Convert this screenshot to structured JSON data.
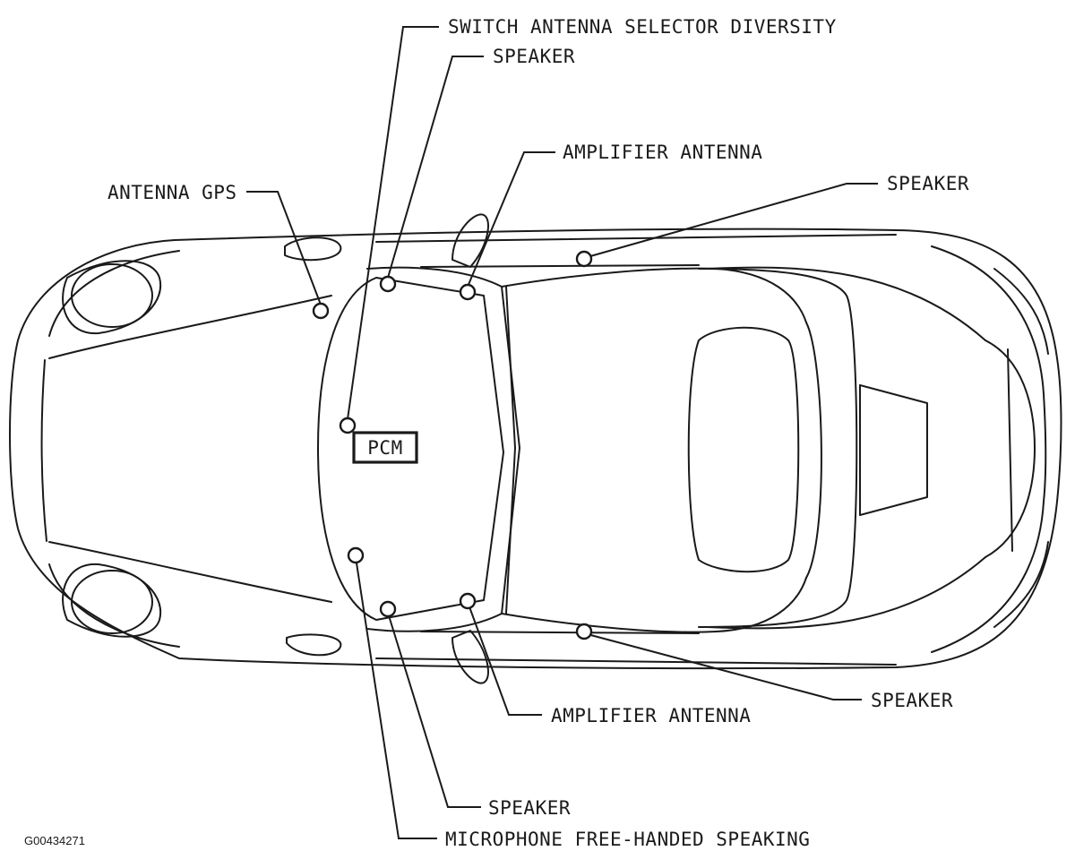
{
  "labels": {
    "switch_antenna": "SWITCH  ANTENNA  SELECTOR DIVERSITY",
    "speaker_top_left": "SPEAKER",
    "amplifier_antenna_top": "AMPLIFIER ANTENNA",
    "speaker_top_right": "SPEAKER",
    "antenna_gps": "ANTENNA GPS",
    "pcm": "PCM",
    "speaker_bottom_right": "SPEAKER",
    "amplifier_antenna_bottom": "AMPLIFIER ANTENNA",
    "speaker_bottom_left": "SPEAKER",
    "microphone": "MICROPHONE FREE-HANDED SPEAKING"
  },
  "figure_id": "G00434271"
}
